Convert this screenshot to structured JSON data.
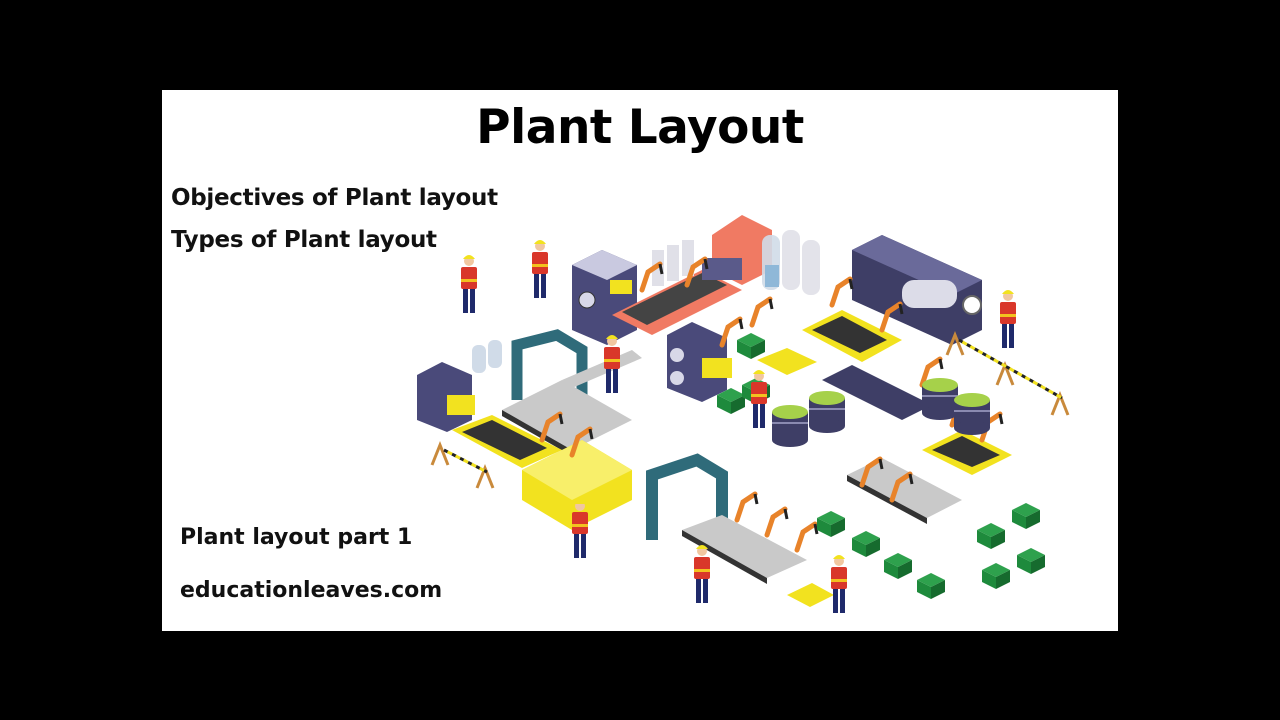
{
  "slide": {
    "title": "Plant Layout",
    "topics": [
      "Objectives of Plant layout",
      "Types of Plant layout"
    ],
    "part_label": "Plant layout part 1",
    "website": "educationleaves.com"
  },
  "illustration": {
    "subject": "isometric factory floor with conveyor belts, robotic arms, machines, tanks, barrels, crates and workers in safety vests",
    "colors": {
      "machine_purple": "#4a4a7a",
      "safety_yellow": "#f2e21f",
      "robot_orange": "#e8832a",
      "crate_green": "#1e8a3c",
      "gate_teal": "#2f6b7a",
      "belt_gray": "#c9c9c9",
      "vest_red": "#d9372a",
      "coral": "#f07a63"
    }
  }
}
